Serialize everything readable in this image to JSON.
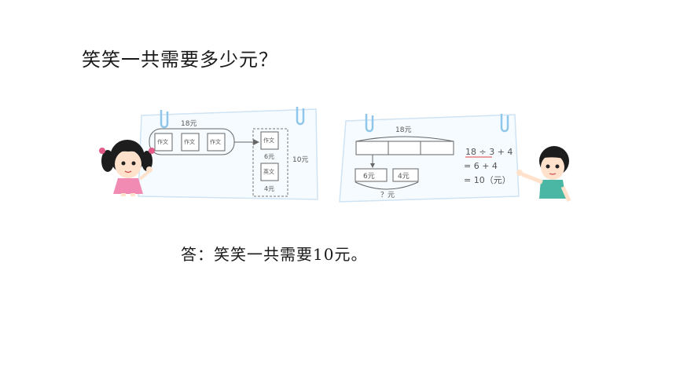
{
  "question": "笑笑一共需要多少元？",
  "answer": "答：笑笑一共需要10元。",
  "left_card": {
    "total_top": "18元",
    "book_label": "作文",
    "book_labels": [
      "作文",
      "作文",
      "作文"
    ],
    "result_book1": "作文",
    "result_price1": "6元",
    "result_book2": "英文",
    "result_price2": "4元",
    "sum_label": "10元"
  },
  "right_card": {
    "total_top": "18元",
    "part1": "6元",
    "part2": "4元",
    "question": "？元",
    "eq1": "18 ÷ 3 + 4",
    "eq2": "= 6 + 4",
    "eq3": "= 10（元）"
  },
  "colors": {
    "card_bg": "#f6fbff",
    "card_border": "#cfe3f3",
    "clip": "#8fc6ea",
    "girl_dress": "#f28bb3",
    "boy_shirt": "#4ab7a4",
    "hair": "#1d1d1d"
  }
}
